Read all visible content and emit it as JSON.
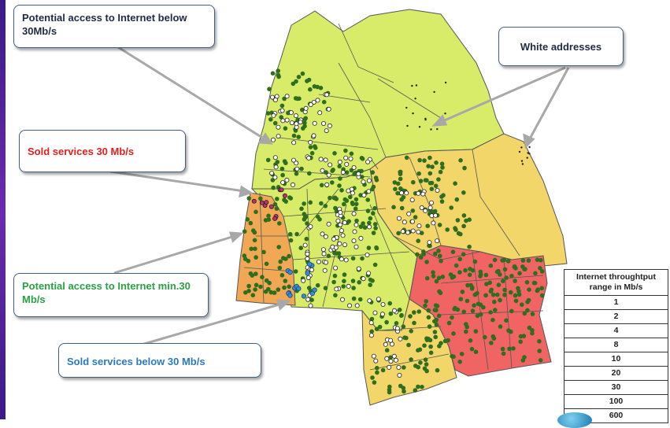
{
  "callouts": {
    "internet_below_30": "Potential access to Internet below 30Mb/s",
    "white_addresses": "White addresses",
    "sold_30": "Sold services 30 Mb/s",
    "internet_min_30": "Potential access to Internet min.30 Mb/s",
    "sold_below_30": "Sold services  below 30 Mb/s"
  },
  "legend": {
    "title": "Internet throughtput range in Mb/s",
    "rows": [
      "1",
      "2",
      "4",
      "8",
      "10",
      "20",
      "30",
      "100",
      "600"
    ]
  },
  "colors": {
    "zone_below_30": "#d8ec6a",
    "zone_30": "#f0a855",
    "zone_yellow": "#f2d66a",
    "zone_red": "#f06464",
    "trees": "#2f6e1e",
    "sold_30_dots": "#c0306a",
    "sold_below_30_dots": "#3a8ad0",
    "callout_red": "#e0201e",
    "callout_green": "#2aa043",
    "callout_blue": "#2a7ac0"
  }
}
